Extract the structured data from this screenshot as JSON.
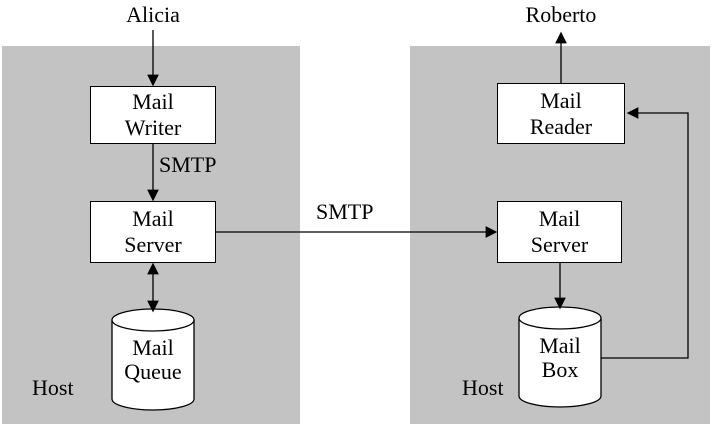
{
  "diagram": {
    "sender": {
      "label": "Alicia"
    },
    "receiver": {
      "label": "Roberto"
    },
    "left_host": {
      "label": "Host",
      "mail_writer": {
        "line1": "Mail",
        "line2": "Writer"
      },
      "mail_server": {
        "line1": "Mail",
        "line2": "Server"
      },
      "mail_queue": {
        "line1": "Mail",
        "line2": "Queue"
      }
    },
    "right_host": {
      "label": "Host",
      "mail_reader": {
        "line1": "Mail",
        "line2": "Reader"
      },
      "mail_server": {
        "line1": "Mail",
        "line2": "Server"
      },
      "mail_box": {
        "line1": "Mail",
        "line2": "Box"
      }
    },
    "edges": {
      "writer_to_server_label": "SMTP",
      "server_to_server_label": "SMTP"
    },
    "colors": {
      "host_fill": "#c3c3c3",
      "node_fill": "#ffffff",
      "line": "#000000"
    }
  }
}
